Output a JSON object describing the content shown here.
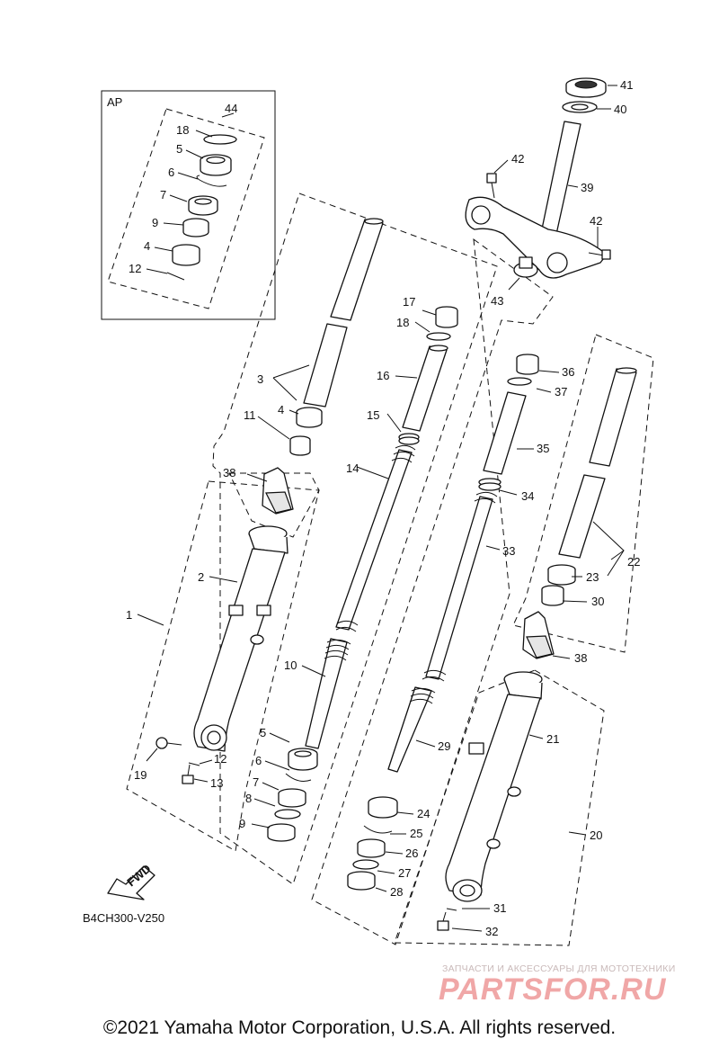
{
  "diagram": {
    "ap_label": "AP",
    "code": "B4CH300-V250",
    "fwd_arrow": "FWD",
    "callouts": [
      "44",
      "18",
      "5",
      "6",
      "7",
      "9",
      "4",
      "12",
      "41",
      "40",
      "42",
      "39",
      "42",
      "43",
      "17",
      "18",
      "16",
      "15",
      "14",
      "3",
      "4",
      "11",
      "38",
      "2",
      "1",
      "10",
      "5",
      "6",
      "7",
      "8",
      "9",
      "19",
      "12",
      "13",
      "36",
      "37",
      "35",
      "34",
      "33",
      "22",
      "23",
      "30",
      "38",
      "21",
      "20",
      "29",
      "24",
      "25",
      "26",
      "27",
      "28",
      "31",
      "32"
    ]
  },
  "watermark": {
    "subtitle": "ЗАПЧАСТИ И АКСЕССУАРЫ ДЛЯ МОТОТЕХНИКИ",
    "brand": "PARTSFOR.RU"
  },
  "footer": {
    "copyright": "©2021 Yamaha Motor Corporation, U.S.A. All rights reserved."
  }
}
